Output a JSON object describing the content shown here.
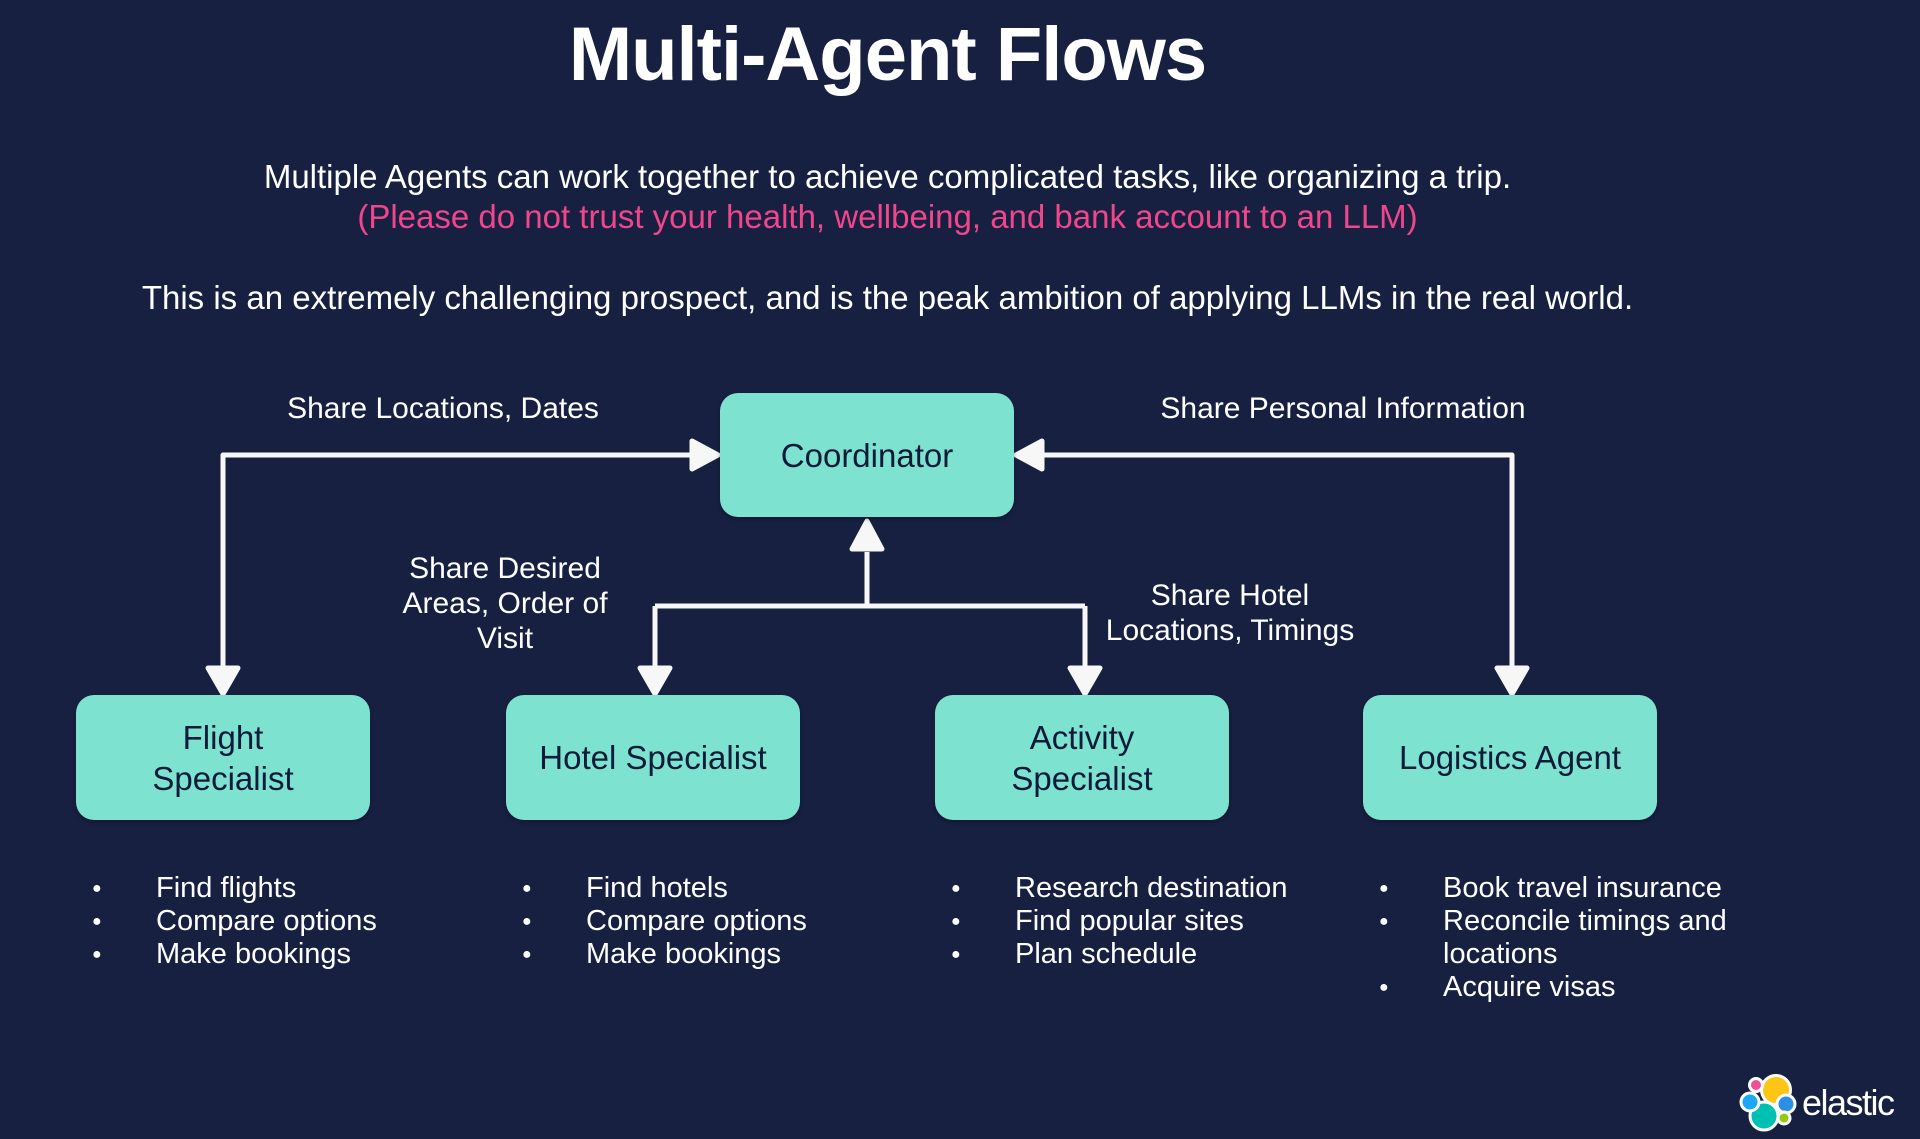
{
  "slide": {
    "title": "Multi-Agent Flows",
    "intro_line": "Multiple Agents can work together to achieve complicated tasks, like organizing a trip.",
    "warning_line": "(Please do not trust your health, wellbeing, and bank account to an LLM)",
    "challenge_line": "This is an extremely challenging prospect, and is the peak ambition of applying LLMs in the real world."
  },
  "colors": {
    "background": "#172041",
    "node_fill": "#7DE2D0",
    "node_text": "#0E1B38",
    "warning_pink": "#F0468C",
    "arrow_white": "#F7F7F7"
  },
  "diagram": {
    "coordinator_label": "Coordinator",
    "edge_labels": {
      "share_locations": "Share Locations, Dates",
      "share_personal": "Share Personal Information",
      "share_desired": "Share Desired\nAreas, Order of\nVisit",
      "share_hotel": "Share Hotel\nLocations, Timings"
    },
    "agents": [
      {
        "name": "Flight\nSpecialist",
        "tasks": [
          "Find flights",
          "Compare options",
          "Make bookings"
        ]
      },
      {
        "name": "Hotel Specialist",
        "tasks": [
          "Find hotels",
          "Compare options",
          "Make bookings"
        ]
      },
      {
        "name": "Activity\nSpecialist",
        "tasks": [
          "Research destination",
          "Find popular sites",
          "Plan schedule"
        ]
      },
      {
        "name": "Logistics Agent",
        "tasks": [
          "Book travel insurance",
          "Reconcile timings and locations",
          "Acquire visas"
        ]
      }
    ]
  },
  "footer": {
    "brand_name": "elastic"
  }
}
